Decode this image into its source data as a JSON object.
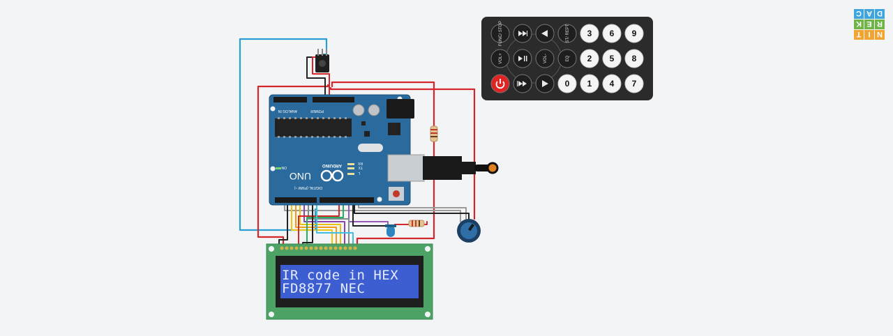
{
  "lcd": {
    "line1": "IR code in HEX",
    "line2": "FD8877 NEC"
  },
  "arduino": {
    "brand": "ARDUINO",
    "model": "UNO",
    "section_power": "POWER",
    "section_analog": "ANALOG IN",
    "section_digital": "DIGITAL (PWM ~)",
    "on_label": "ON",
    "tx_label": "TX",
    "rx_label": "RX",
    "l_label": "L"
  },
  "remote": {
    "columns": [
      [
        "FUNC/ STOP",
        "VOL+",
        "power"
      ],
      [
        "prev-icon",
        "play-pause-icon",
        "next-icon"
      ],
      [
        "up-icon",
        "VOL-",
        "play-icon"
      ],
      [
        "ST/ REPT",
        "EQ",
        "0"
      ],
      [
        "3",
        "2",
        "1"
      ],
      [
        "6",
        "5",
        "4"
      ],
      [
        "9",
        "8",
        "7"
      ]
    ]
  },
  "logo": {
    "letters": [
      "C",
      "A",
      "D",
      "K",
      "E",
      "R",
      "T",
      "I",
      "N"
    ],
    "colors": [
      "#3ea5dd",
      "#3ea5dd",
      "#3ea5dd",
      "#6fb446",
      "#6fb446",
      "#6fb446",
      "#f1a432",
      "#f1a432",
      "#f1a432"
    ]
  },
  "colors": {
    "background": "#f2f4f6",
    "arduino_board": "#2b6a9c",
    "lcd_board": "#4da265",
    "lcd_screen": "#3c5ed1",
    "remote_body": "#2b2b2b",
    "wire_red": "#d5262b",
    "wire_blue": "#2a9ed3",
    "wire_black": "#222222",
    "wire_gray": "#9a9a9a"
  }
}
